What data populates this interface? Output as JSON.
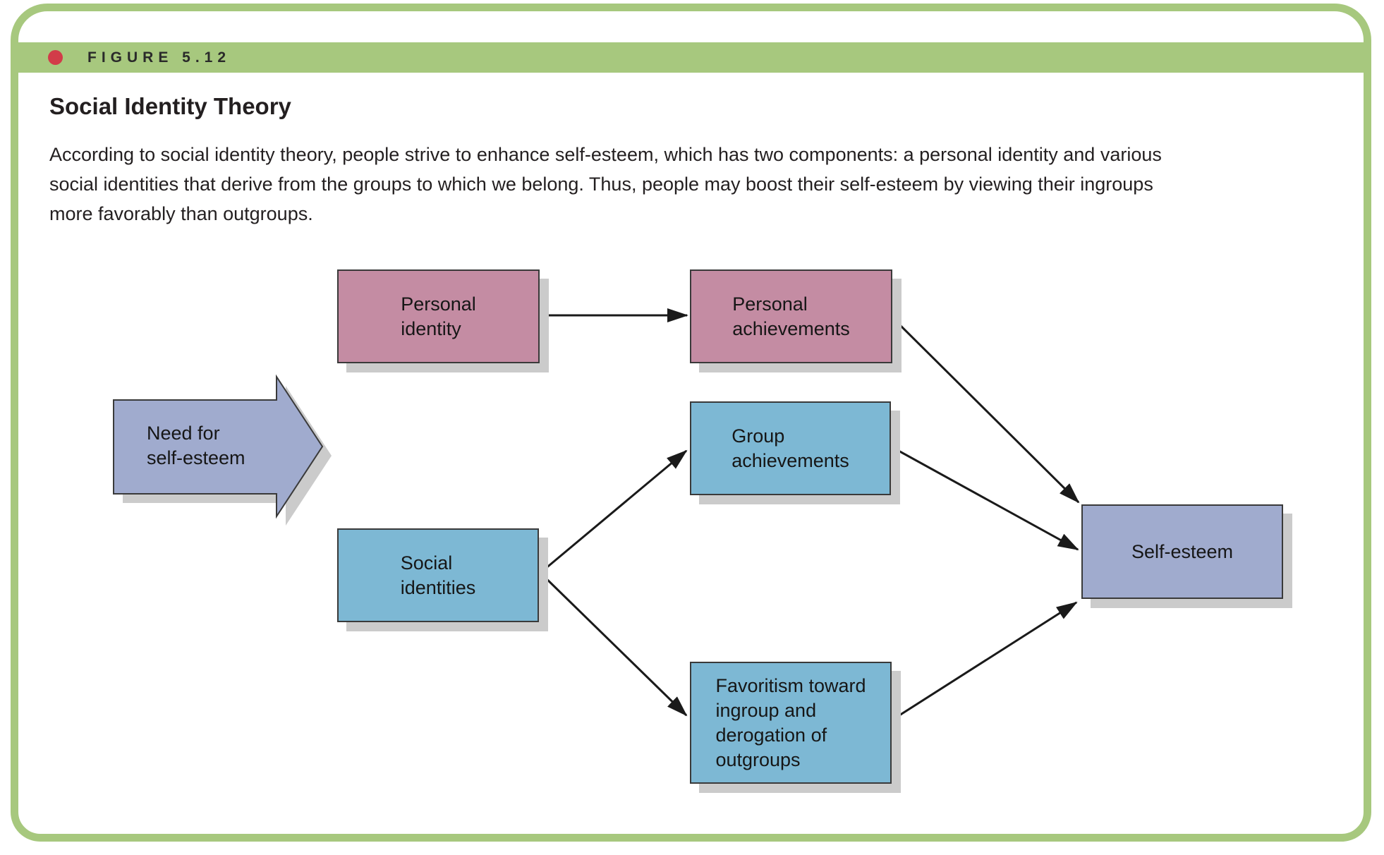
{
  "figure": {
    "label": "FIGURE 5.12",
    "title": "Social Identity Theory",
    "caption_lines": [
      "According to social identity theory, people strive to enhance self-esteem, which has two components: a personal identity and various",
      "social identities that derive from the groups to which we belong. Thus, people may boost their self-esteem by viewing their ingroups",
      "more favorably than outgroups."
    ]
  },
  "diagram": {
    "need_arrow": {
      "label": [
        "Need for",
        "self-esteem"
      ]
    },
    "boxes": {
      "personal_identity": {
        "label": [
          "Personal",
          "identity"
        ]
      },
      "personal_achievements": {
        "label": [
          "Personal",
          "achievements"
        ]
      },
      "group_achievements": {
        "label": [
          "Group",
          "achievements"
        ]
      },
      "social_identities": {
        "label": [
          "Social",
          "identities"
        ]
      },
      "favoritism": {
        "label": [
          "Favoritism toward",
          "ingroup and",
          "derogation of",
          "outgroups"
        ]
      },
      "self_esteem": {
        "label": [
          "Self-esteem"
        ]
      }
    },
    "colors": {
      "frame_green": "#a7c87e",
      "bullet_red": "#d23c49",
      "box_pink": "#c48ca3",
      "box_blue": "#7db8d4",
      "box_periwinkle": "#a0abce",
      "shadow_gray": "#cbcbcb",
      "connector_black": "#1a1a1a"
    }
  }
}
